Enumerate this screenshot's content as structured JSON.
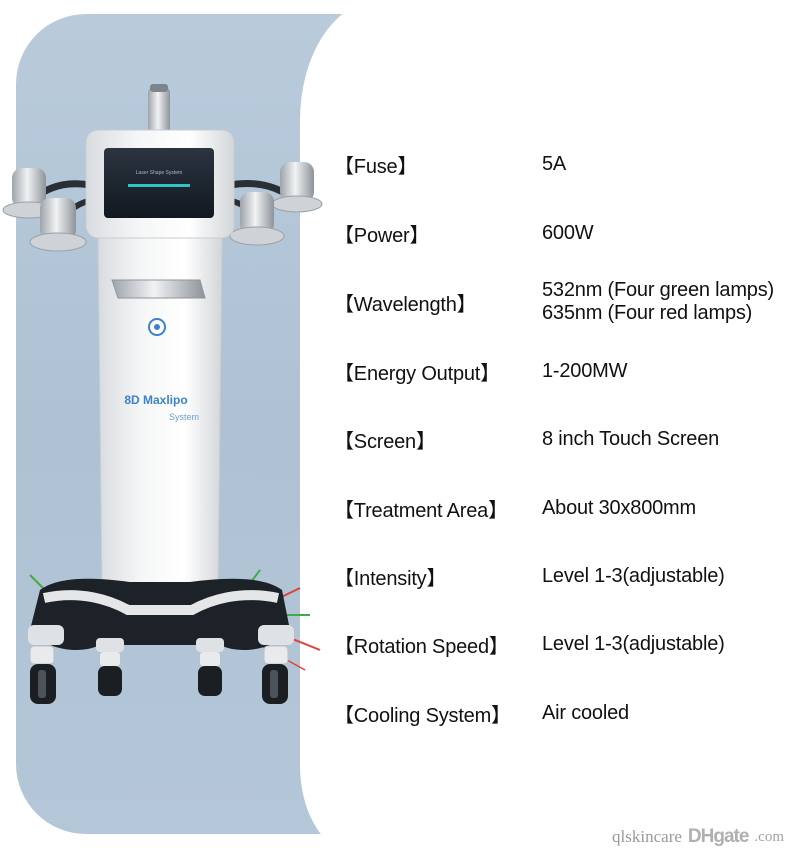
{
  "brand": {
    "name": "8D Maxlipo",
    "sub": "System",
    "screen_text": "Laser Shape System"
  },
  "specs": [
    {
      "label": "【Fuse】",
      "value": [
        "5A"
      ]
    },
    {
      "label": "【Power】",
      "value": [
        "600W"
      ]
    },
    {
      "label": "【Wavelength】",
      "value": [
        "532nm (Four green lamps)",
        "635nm (Four red lamps)"
      ]
    },
    {
      "label": "【Energy Output】",
      "value": [
        "1-200MW"
      ]
    },
    {
      "label": "【Screen】",
      "value": [
        "8 inch Touch Screen"
      ]
    },
    {
      "label": "【Treatment Area】",
      "value": [
        "About 30x800mm"
      ]
    },
    {
      "label": "【Intensity】",
      "value": [
        "Level 1-3(adjustable)"
      ]
    },
    {
      "label": "【Rotation Speed】",
      "value": [
        "Level 1-3(adjustable)"
      ]
    },
    {
      "label": "【Cooling System】",
      "value": [
        "Air cooled"
      ]
    }
  ],
  "watermark": {
    "shop": "qlskincare",
    "logo": "DHgate",
    "site": ".com"
  },
  "colors": {
    "panel": "#b4c7d8",
    "text": "#111111",
    "accent_blue": "#3d82c8",
    "laser_red": "#e2403a",
    "laser_green": "#3fae3f"
  }
}
